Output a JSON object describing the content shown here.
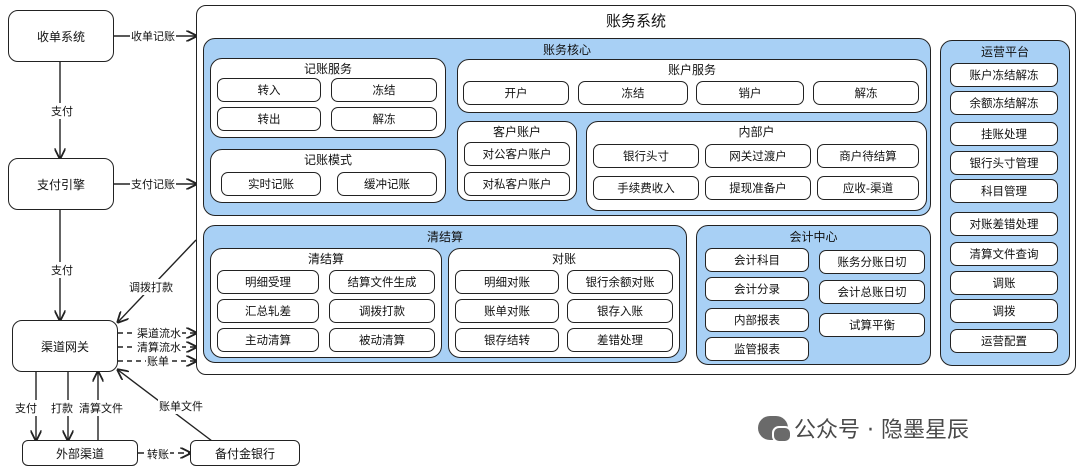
{
  "main_title": "账务系统",
  "external": {
    "shoudan": "收单系统",
    "zhifu_engine": "支付引擎",
    "channel_gateway": "渠道网关",
    "ext_channel": "外部渠道",
    "reserve_bank": "备付金银行"
  },
  "edge_labels": {
    "shoudan_jizhang": "收单记账",
    "zhifu_jizhang": "支付记账",
    "pay1": "支付",
    "pay2": "支付",
    "diaobo_dakuan": "调拨打款",
    "qudao_liushui": "渠道流水",
    "qingsuan_liushui": "清算流水",
    "zhangdan": "账单",
    "zhangdan_wenjian": "账单文件",
    "pay3": "支付",
    "dakuan": "打款",
    "qingsuan_wenjian": "清算文件",
    "zhuanzhang": "转账"
  },
  "core": {
    "title": "账务核心",
    "jizhang_fuwu": {
      "title": "记账服务",
      "items": [
        "转入",
        "冻结",
        "转出",
        "解冻"
      ]
    },
    "jizhang_moshi": {
      "title": "记账模式",
      "items": [
        "实时记账",
        "缓冲记账"
      ]
    },
    "zhanghu_fuwu": {
      "title": "账户服务",
      "items": [
        "开户",
        "冻结",
        "销户",
        "解冻"
      ]
    },
    "kehu_zhanghu": {
      "title": "客户账户",
      "items": [
        "对公客户账户",
        "对私客户账户"
      ]
    },
    "neibu_hu": {
      "title": "内部户",
      "items": [
        "银行头寸",
        "网关过渡户",
        "商户待结算",
        "手续费收入",
        "提现准备户",
        "应收-渠道"
      ]
    }
  },
  "clearing": {
    "title": "清结算",
    "qingjiesuan": {
      "title": "清结算",
      "items": [
        "明细受理",
        "结算文件生成",
        "汇总轧差",
        "调拨打款",
        "主动清算",
        "被动清算"
      ]
    },
    "duizhang": {
      "title": "对账",
      "items": [
        "明细对账",
        "银行余额对账",
        "账单对账",
        "银存入账",
        "银存结转",
        "差错处理"
      ]
    }
  },
  "accounting": {
    "title": "会计中心",
    "items": [
      "会计科目",
      "账务分账日切",
      "会计分录",
      "会计总账日切",
      "内部报表",
      "试算平衡",
      "监管报表"
    ]
  },
  "ops": {
    "title": "运营平台",
    "items": [
      "账户冻结解冻",
      "余额冻结解冻",
      "挂账处理",
      "银行头寸管理",
      "科目管理",
      "对账差错处理",
      "清算文件查询",
      "调账",
      "调拨",
      "运营配置"
    ]
  },
  "watermark": "公众号 · 隐墨星辰"
}
